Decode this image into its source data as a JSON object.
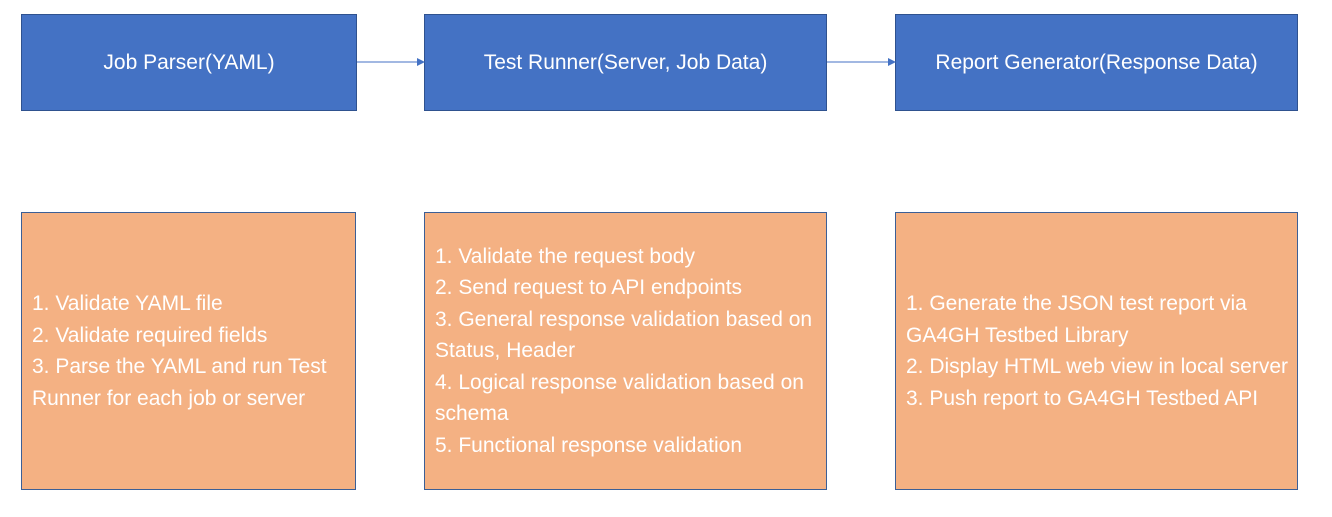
{
  "colors": {
    "header_fill": "#4472c4",
    "detail_fill": "#f4b183",
    "connector": "#4472c4",
    "text": "#ffffff"
  },
  "stages": [
    {
      "title": "Job Parser(YAML)",
      "steps": [
        "1. Validate YAML file",
        "2. Validate required fields",
        "3. Parse the YAML and run Test Runner for each job or server"
      ]
    },
    {
      "title": "Test Runner(Server, Job Data)",
      "steps": [
        "1. Validate the request body",
        "2. Send request to API endpoints",
        "3. General response validation based on Status, Header",
        "4. Logical response validation based on schema",
        "5. Functional response validation"
      ]
    },
    {
      "title": "Report Generator(Response Data)",
      "steps": [
        "1. Generate the JSON test report via GA4GH Testbed Library",
        "2. Display HTML web view in local server",
        "3. Push report to GA4GH Testbed API"
      ]
    }
  ],
  "connections": [
    {
      "from": "Job Parser(YAML)",
      "to": "Test Runner(Server, Job Data)"
    },
    {
      "from": "Test Runner(Server, Job Data)",
      "to": "Report Generator(Response Data)"
    }
  ]
}
